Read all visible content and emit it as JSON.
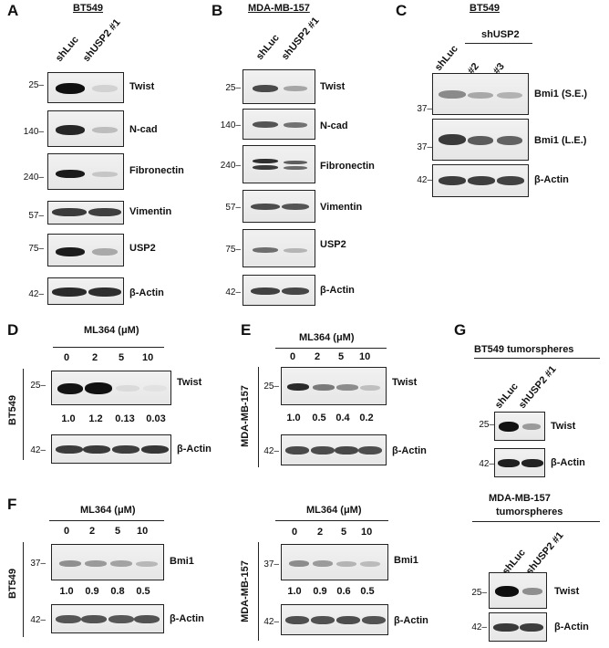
{
  "panels": {
    "A": {
      "letter": "A",
      "title": "BT549",
      "lanes": [
        "shLuc",
        "shUSP2 #1"
      ],
      "blots": [
        {
          "protein": "Twist",
          "mw": "25"
        },
        {
          "protein": "N-cad",
          "mw": "140"
        },
        {
          "protein": "Fibronectin",
          "mw": "240"
        },
        {
          "protein": "Vimentin",
          "mw": "57"
        },
        {
          "protein": "USP2",
          "mw": "75"
        },
        {
          "protein": "β-Actin",
          "mw": "42"
        }
      ]
    },
    "B": {
      "letter": "B",
      "title": "MDA-MB-157",
      "lanes": [
        "shLuc",
        "shUSP2 #1"
      ],
      "blots": [
        {
          "protein": "Twist",
          "mw": "25"
        },
        {
          "protein": "N-cad",
          "mw": "140"
        },
        {
          "protein": "Fibronectin",
          "mw": "240"
        },
        {
          "protein": "Vimentin",
          "mw": "57"
        },
        {
          "protein": "USP2",
          "mw": "75"
        },
        {
          "protein": "β-Actin",
          "mw": "42"
        }
      ]
    },
    "C": {
      "letter": "C",
      "title": "BT549",
      "lane_first": "shLuc",
      "group_label": "shUSP2",
      "group_lanes": [
        "#2",
        "#3"
      ],
      "blots": [
        {
          "protein": "Bmi1 (S.E.)",
          "mw": "37"
        },
        {
          "protein": "Bmi1 (L.E.)",
          "mw": "37"
        },
        {
          "protein": "β-Actin",
          "mw": "42"
        }
      ]
    },
    "D": {
      "letter": "D",
      "treatment": "ML364 (μM)",
      "doses": [
        "0",
        "2",
        "5",
        "10"
      ],
      "cell_line": "BT549",
      "target": {
        "protein": "Twist",
        "mw": "25"
      },
      "quant": [
        "1.0",
        "1.2",
        "0.13",
        "0.03"
      ],
      "loading": {
        "protein": "β-Actin",
        "mw": "42"
      }
    },
    "E": {
      "letter": "E",
      "treatment": "ML364 (μM)",
      "doses": [
        "0",
        "2",
        "5",
        "10"
      ],
      "cell_line": "MDA-MB-157",
      "target": {
        "protein": "Twist",
        "mw": "25"
      },
      "quant": [
        "1.0",
        "0.5",
        "0.4",
        "0.2"
      ],
      "loading": {
        "protein": "β-Actin",
        "mw": "42"
      }
    },
    "F": {
      "letter": "F",
      "left": {
        "treatment": "ML364 (μM)",
        "doses": [
          "0",
          "2",
          "5",
          "10"
        ],
        "cell_line": "BT549",
        "target": {
          "protein": "Bmi1",
          "mw": "37"
        },
        "quant": [
          "1.0",
          "0.9",
          "0.8",
          "0.5"
        ],
        "loading": {
          "protein": "β-Actin",
          "mw": "42"
        }
      },
      "right": {
        "treatment": "ML364 (μM)",
        "doses": [
          "0",
          "2",
          "5",
          "10"
        ],
        "cell_line": "MDA-MB-157",
        "target": {
          "protein": "Bmi1",
          "mw": "37"
        },
        "quant": [
          "1.0",
          "0.9",
          "0.6",
          "0.5"
        ],
        "loading": {
          "protein": "β-Actin",
          "mw": "42"
        }
      }
    },
    "G": {
      "letter": "G",
      "top": {
        "title": "BT549 tumorspheres",
        "lanes": [
          "shLuc",
          "shUSP2 #1"
        ],
        "blots": [
          {
            "protein": "Twist",
            "mw": "25"
          },
          {
            "protein": "β-Actin",
            "mw": "42"
          }
        ]
      },
      "bottom": {
        "title_line1": "MDA-MB-157",
        "title_line2": "tumorspheres",
        "lanes": [
          "shLuc",
          "shUSP2 #1"
        ],
        "blots": [
          {
            "protein": "Twist",
            "mw": "25"
          },
          {
            "protein": "β-Actin",
            "mw": "42"
          }
        ]
      }
    }
  }
}
